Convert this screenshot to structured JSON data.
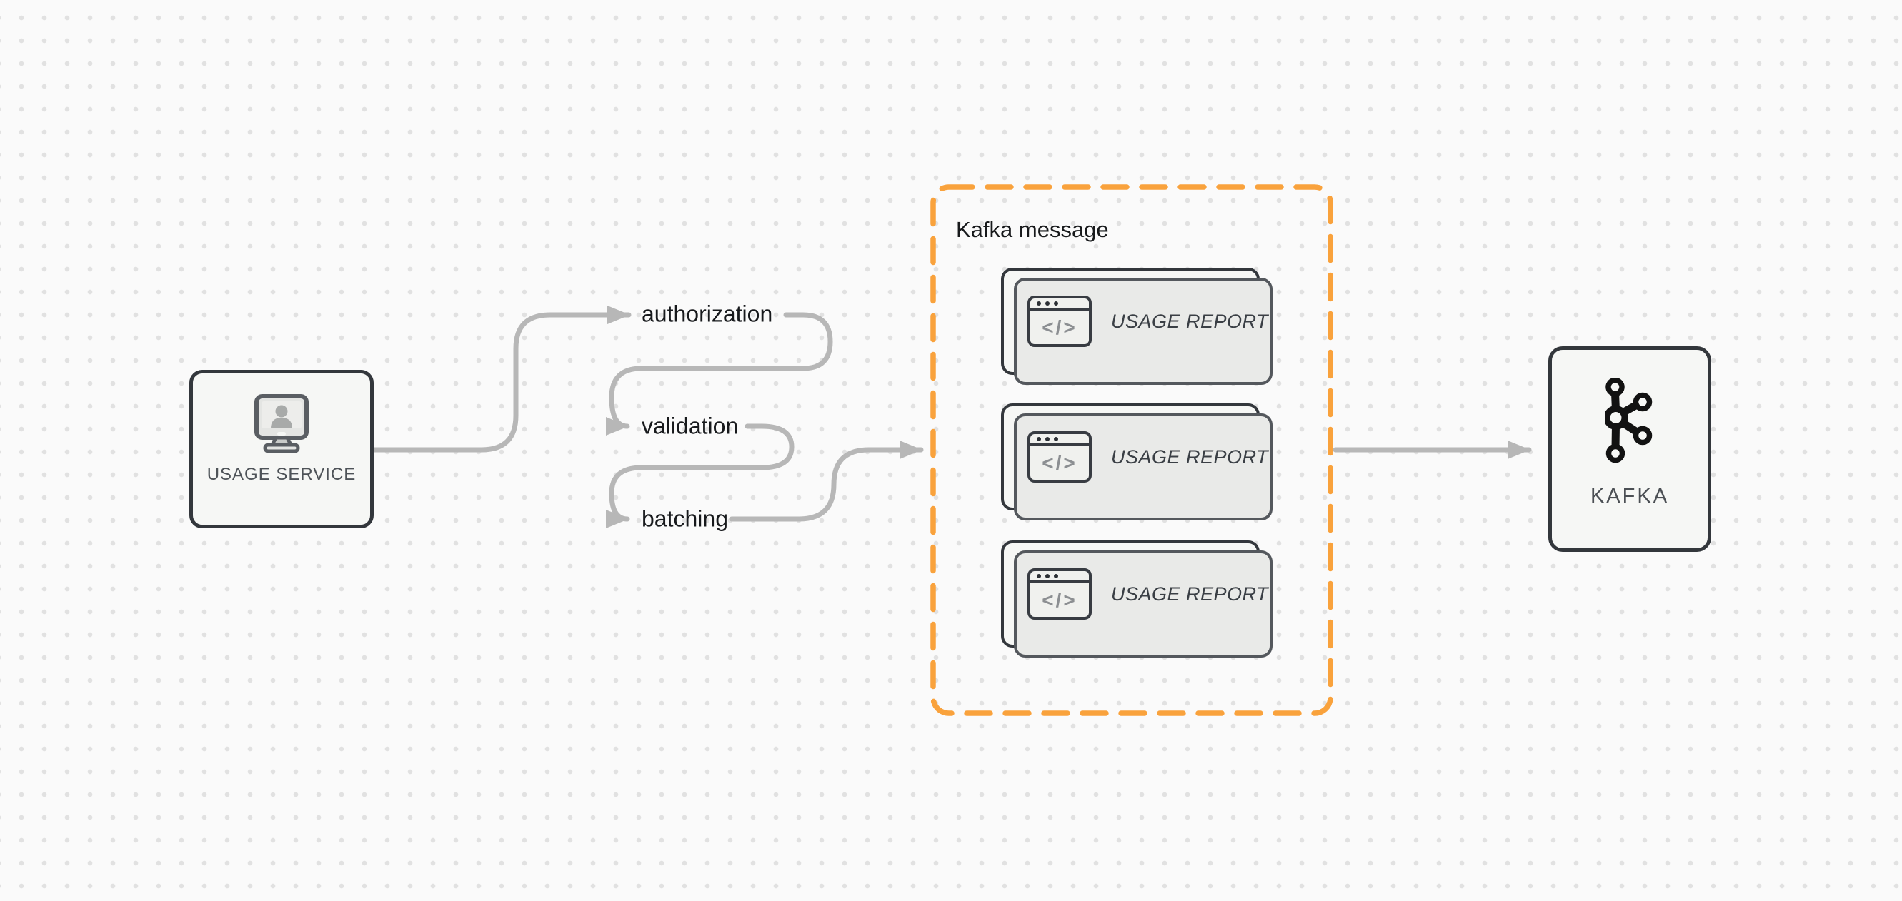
{
  "diagram": {
    "background": {
      "color": "#fafafa",
      "dot_color": "#e1e1e1"
    },
    "colors": {
      "node_border": "#33373c",
      "node_fill": "#f6f7f5",
      "connector": "#b7b7b7",
      "accent_orange": "#f9a23c",
      "stack_fill": "#e9eae8",
      "stack_border": "#54585d"
    },
    "source_node": {
      "label": "USAGE SERVICE",
      "icon": "monitor-user-icon"
    },
    "steps": [
      {
        "label": "authorization"
      },
      {
        "label": "validation"
      },
      {
        "label": "batching"
      }
    ],
    "group": {
      "title": "Kafka message",
      "cards": [
        {
          "label": "USAGE REPORT",
          "icon": "code-window-icon"
        },
        {
          "label": "USAGE REPORT",
          "icon": "code-window-icon"
        },
        {
          "label": "USAGE REPORT",
          "icon": "code-window-icon"
        }
      ]
    },
    "sink_node": {
      "label": "KAFKA",
      "icon": "kafka-logo-icon"
    },
    "icon_glyphs": {
      "code": "</>"
    }
  }
}
